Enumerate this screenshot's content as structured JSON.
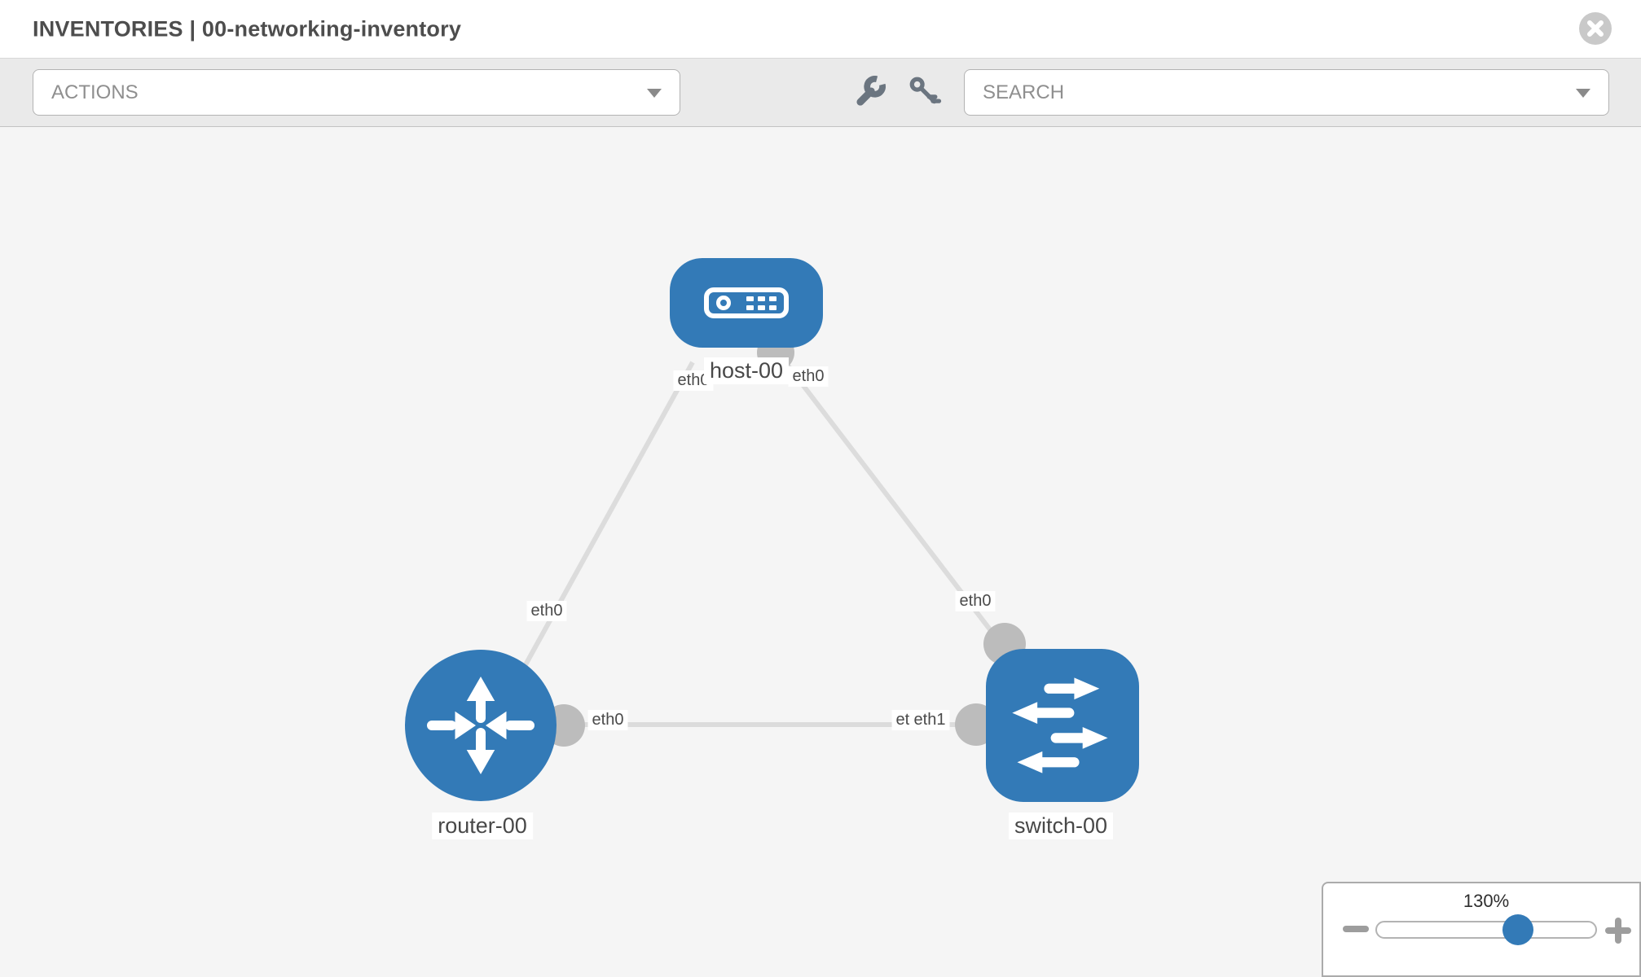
{
  "header": {
    "title": "INVENTORIES | 00-networking-inventory"
  },
  "toolbar": {
    "actions_label": "ACTIONS",
    "search_label": "SEARCH",
    "icons": [
      "wrench-icon",
      "key-icon"
    ]
  },
  "topology": {
    "nodes": [
      {
        "id": "host-00",
        "label": "host-00",
        "type": "host",
        "shape": "rounded-rect",
        "icon": "host-icon"
      },
      {
        "id": "router-00",
        "label": "router-00",
        "type": "router",
        "shape": "circle",
        "icon": "router-arrows-icon"
      },
      {
        "id": "switch-00",
        "label": "switch-00",
        "type": "switch",
        "shape": "rounded-square",
        "icon": "switch-arrows-icon"
      }
    ],
    "links": [
      {
        "from": "host-00",
        "from_port": "eth0",
        "to": "router-00",
        "to_port": "eth0"
      },
      {
        "from": "host-00",
        "from_port": "eth0",
        "to": "switch-00",
        "to_port": "eth0"
      },
      {
        "from": "router-00",
        "from_port": "eth0",
        "to": "switch-00",
        "to_port": "eth1"
      }
    ],
    "port_labels": {
      "host_to_router": "eth0",
      "host_to_switch": "eth0",
      "router_from_host": "eth0",
      "switch_from_host": "eth0",
      "router_to_switch": "eth0",
      "switch_under": "eth0",
      "switch_to_router": "eth1"
    }
  },
  "zoom_control": {
    "level_label": "130%",
    "percent": 130
  },
  "colors": {
    "node_blue": "#337ab7",
    "canvas_bg": "#f5f5f5",
    "toolbar_bg": "#eaeaea",
    "link_gray": "#dcdcdc",
    "port_dot_gray": "#bcbcbc",
    "label_text": "#4a4a4a"
  }
}
